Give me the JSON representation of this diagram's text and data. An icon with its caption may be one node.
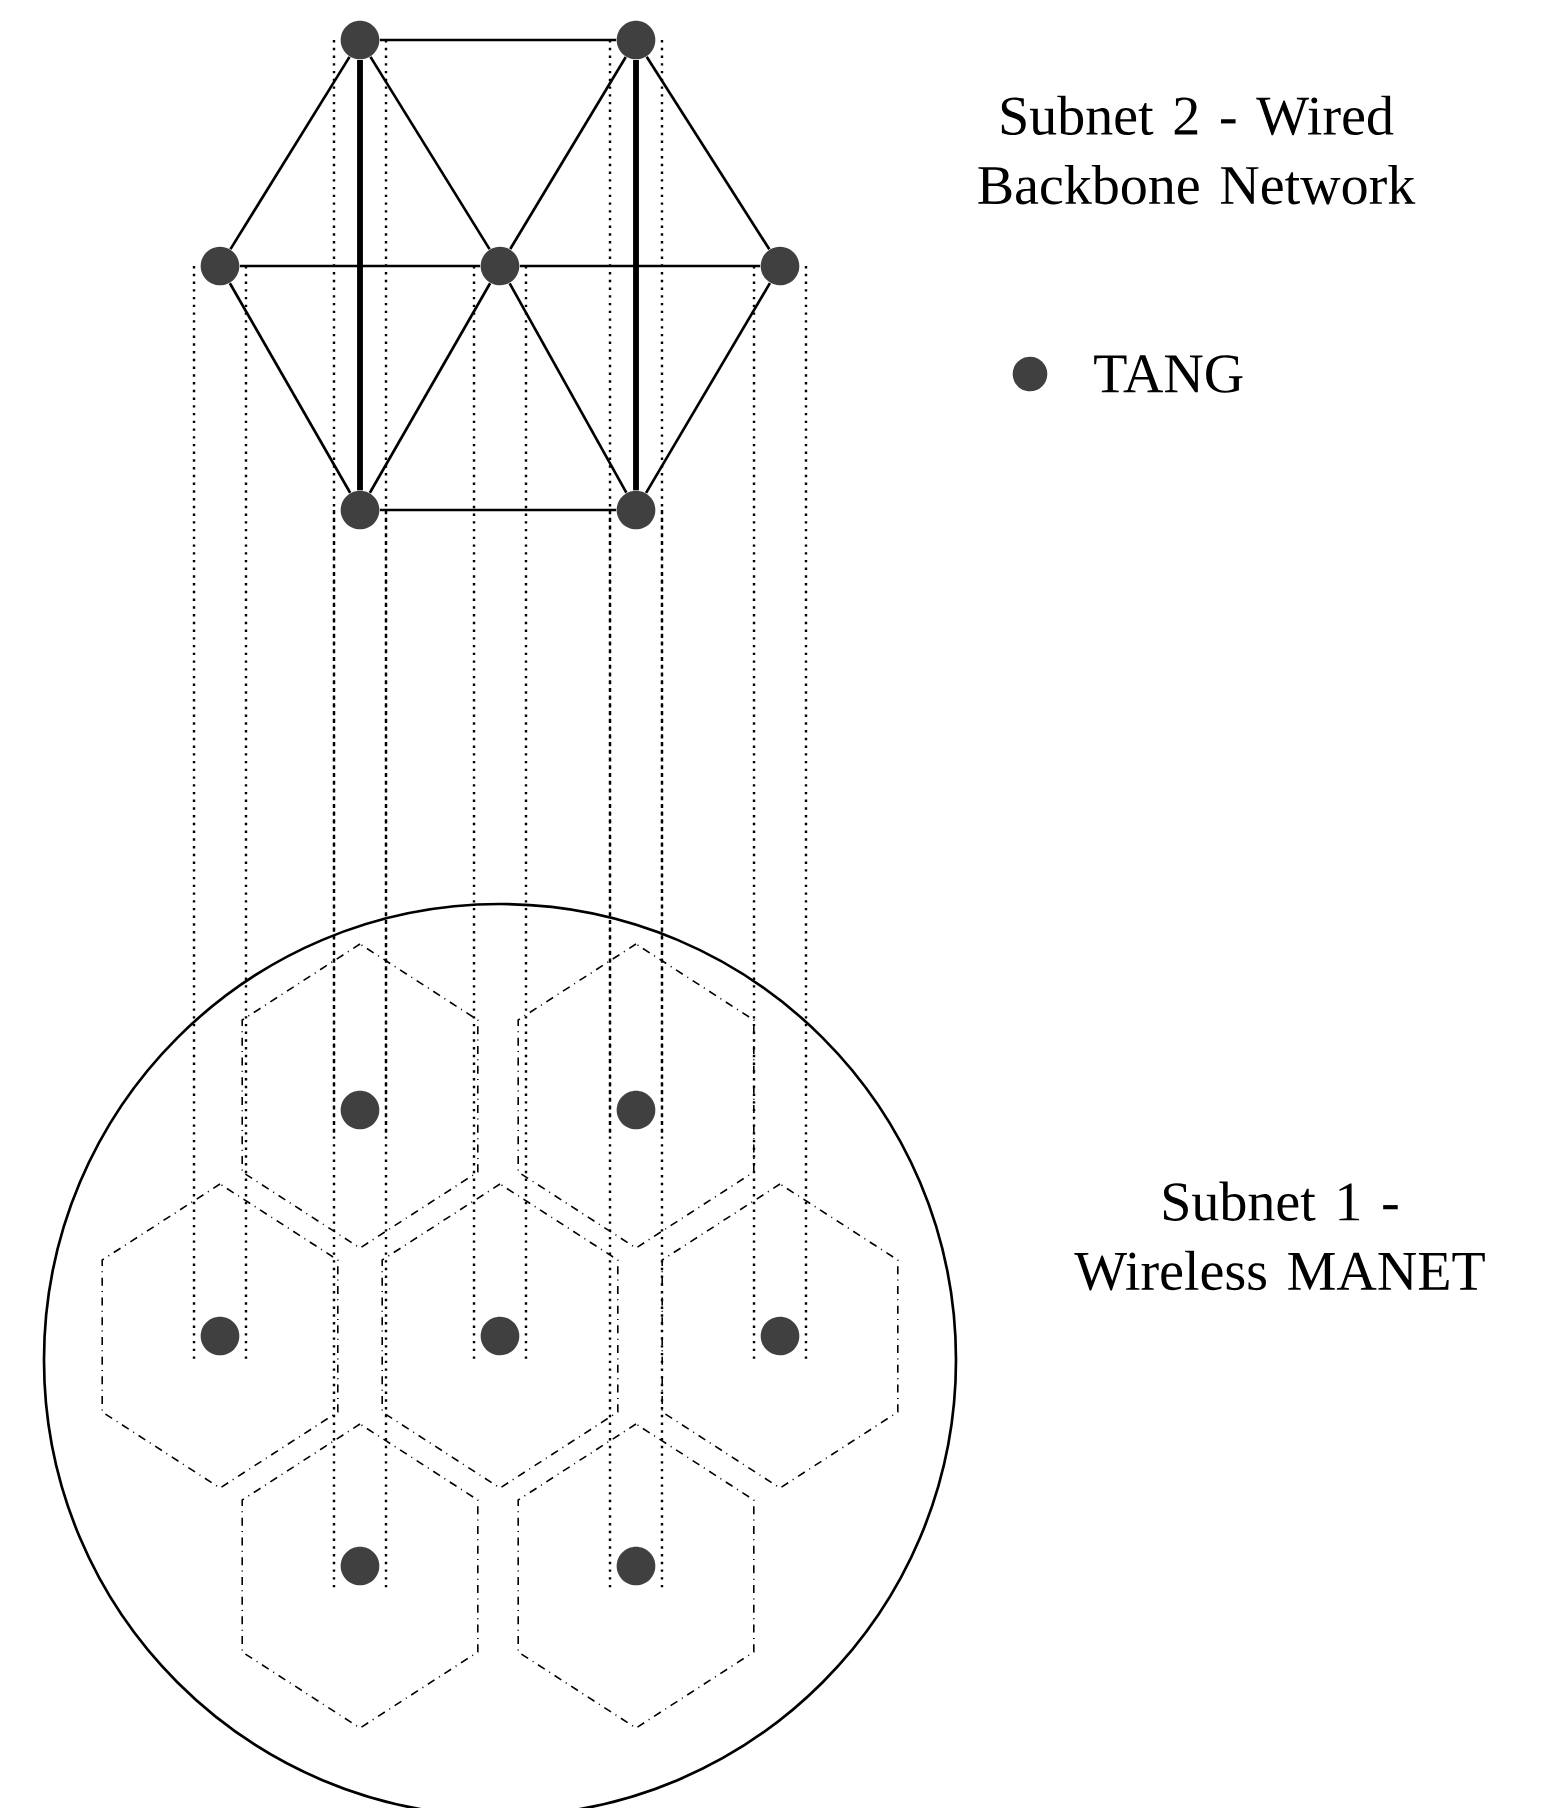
{
  "diagram": {
    "nodes": [
      {
        "text": [],
        "shape": "circle"
      },
      {
        "text": [],
        "shape": "circle"
      },
      {
        "text": [],
        "shape": "circle"
      },
      {
        "text": [],
        "shape": "circle"
      },
      {
        "text": [],
        "shape": "circle"
      },
      {
        "text": [],
        "shape": "circle"
      },
      {
        "text": [],
        "shape": "circle"
      },
      {
        "text": [
          "Subnet 1 - Wireless MANET"
        ]
      },
      {
        "text": [],
        "shape": "circle",
        "in": 7
      },
      {
        "text": [],
        "shape": "circle",
        "in": 7
      },
      {
        "text": [],
        "shape": "circle",
        "in": 7
      },
      {
        "text": [],
        "shape": "circle",
        "in": 7
      },
      {
        "text": [],
        "shape": "circle",
        "in": 7
      },
      {
        "text": [],
        "shape": "circle",
        "in": 7
      },
      {
        "text": [],
        "shape": "circle",
        "in": 7
      }
    ],
    "edges": [
      {
        "from": 0,
        "to": 1,
        "arrow": "none"
      },
      {
        "from": 0,
        "to": 2,
        "arrow": "none"
      },
      {
        "from": 0,
        "to": 3,
        "arrow": "none"
      },
      {
        "from": 0,
        "to": 5,
        "arrow": "none",
        "style": "thick"
      },
      {
        "from": 1,
        "to": 3,
        "arrow": "none"
      },
      {
        "from": 1,
        "to": 4,
        "arrow": "none"
      },
      {
        "from": 1,
        "to": 6,
        "arrow": "none",
        "style": "thick"
      },
      {
        "from": 2,
        "to": 3,
        "arrow": "none"
      },
      {
        "from": 3,
        "to": 4,
        "arrow": "none"
      },
      {
        "from": 2,
        "to": 5,
        "arrow": "none"
      },
      {
        "from": 3,
        "to": 5,
        "arrow": "none"
      },
      {
        "from": 3,
        "to": 6,
        "arrow": "none"
      },
      {
        "from": 4,
        "to": 6,
        "arrow": "none"
      },
      {
        "from": 5,
        "to": 6,
        "arrow": "none"
      },
      {
        "from": 0,
        "to": 8,
        "arrow": "none",
        "style": "dashed"
      },
      {
        "from": 1,
        "to": 9,
        "arrow": "none",
        "style": "dashed"
      },
      {
        "from": 2,
        "to": 10,
        "arrow": "none",
        "style": "dashed"
      },
      {
        "from": 3,
        "to": 11,
        "arrow": "none",
        "style": "dashed"
      },
      {
        "from": 4,
        "to": 12,
        "arrow": "none",
        "style": "dashed"
      },
      {
        "from": 5,
        "to": 13,
        "arrow": "none",
        "style": "dashed"
      },
      {
        "from": 6,
        "to": 14,
        "arrow": "none",
        "style": "dashed"
      }
    ],
    "labels": [
      "Subnet 2 - Wired Backbone Network"
    ],
    "legend": [
      {
        "text": "TANG"
      }
    ]
  }
}
